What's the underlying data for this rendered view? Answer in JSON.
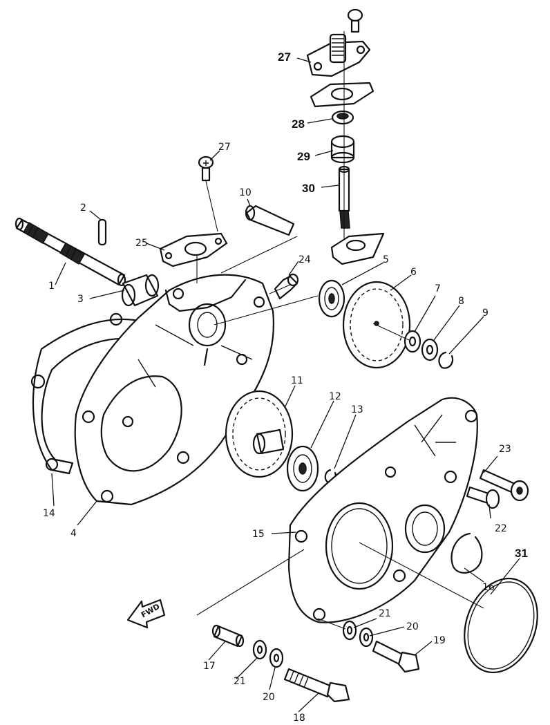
{
  "diagram": {
    "callouts": {
      "c1": "1",
      "c2": "2",
      "c3": "3",
      "c4": "4",
      "c5": "5",
      "c6": "6",
      "c7": "7",
      "c8": "8",
      "c9": "9",
      "c10": "10",
      "c11": "11",
      "c12": "12",
      "c13": "13",
      "c14": "14",
      "c15": "15",
      "c16": "16",
      "c17": "17",
      "c18": "18",
      "c19": "19",
      "c20a": "20",
      "c20b": "20",
      "c21a": "21",
      "c21b": "21",
      "c22": "22",
      "c23": "23",
      "c24": "24",
      "c25": "25",
      "c27a": "27",
      "c27b": "27",
      "c28": "28",
      "c29": "29",
      "c30": "30",
      "c31": "31"
    },
    "fwd_label": "FWD"
  }
}
